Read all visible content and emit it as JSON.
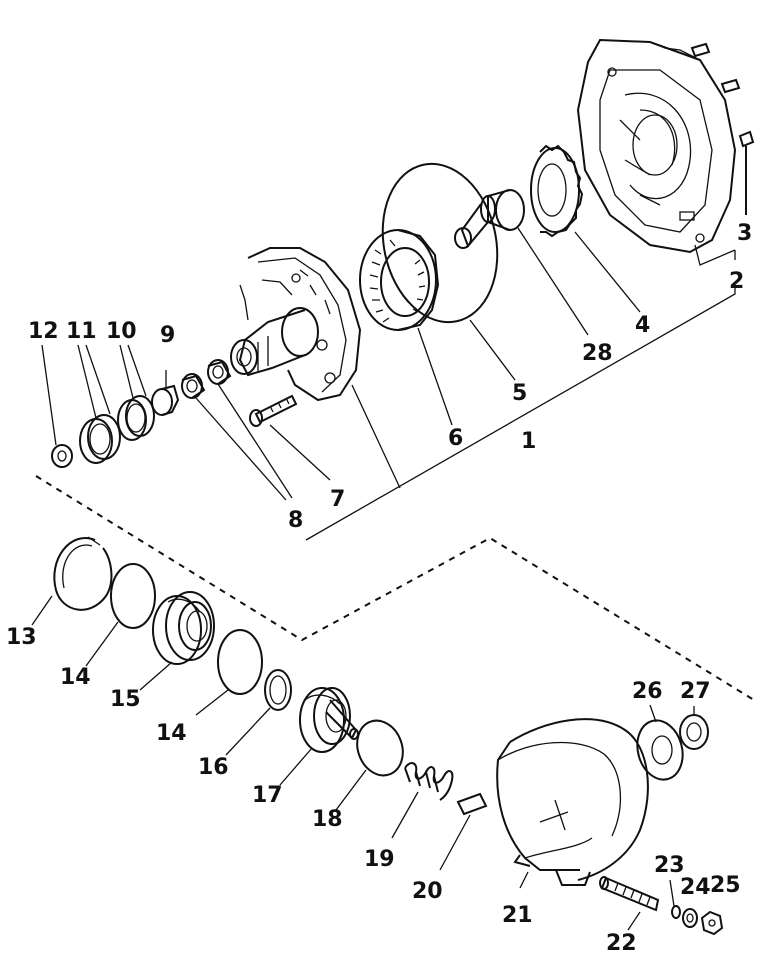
{
  "labels": {
    "l1": "1",
    "l2": "2",
    "l3": "3",
    "l4": "4",
    "l5": "5",
    "l6": "6",
    "l7": "7",
    "l8": "8",
    "l9": "9",
    "l10": "10",
    "l11": "11",
    "l12": "12",
    "l13": "13",
    "l14a": "14",
    "l14b": "14",
    "l15": "15",
    "l16": "16",
    "l17": "17",
    "l18": "18",
    "l19": "19",
    "l20": "20",
    "l21": "21",
    "l22": "22",
    "l23": "23",
    "l24": "24",
    "l25": "25",
    "l26": "26",
    "l27": "27",
    "l28": "28"
  }
}
